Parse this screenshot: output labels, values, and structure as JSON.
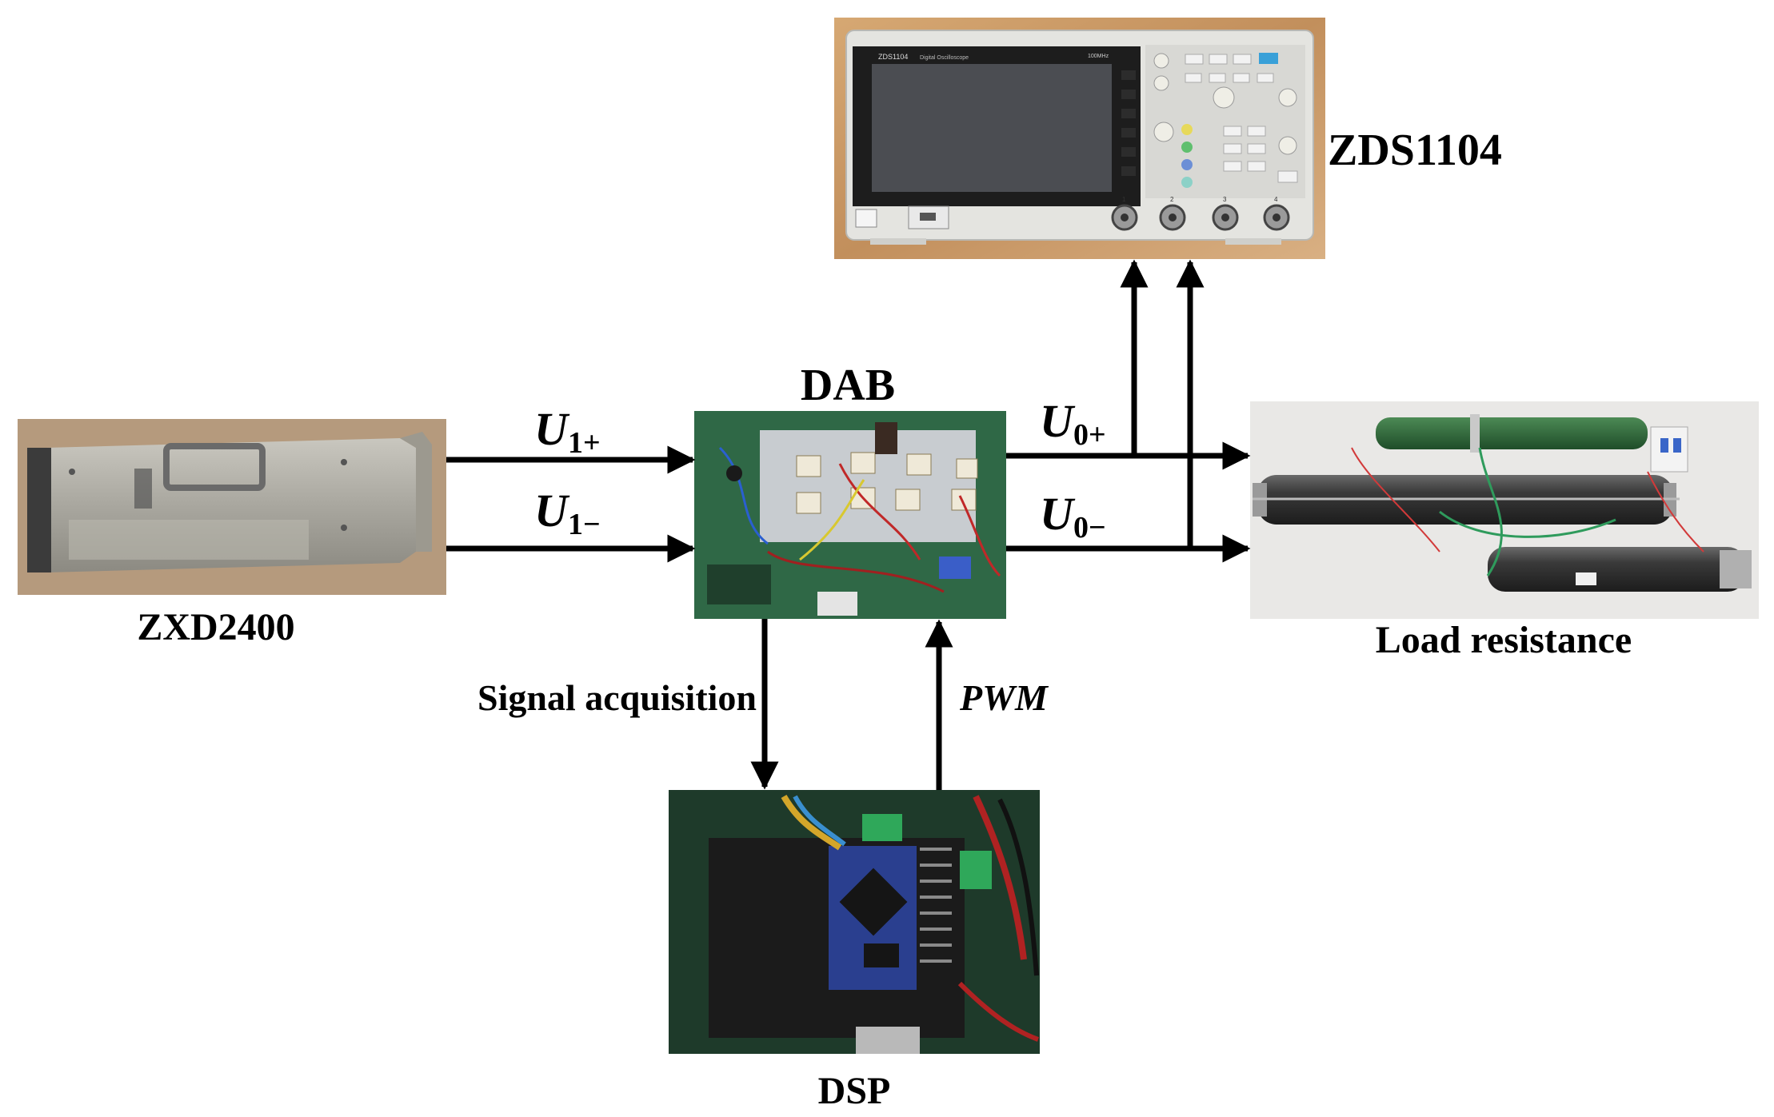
{
  "labels": {
    "oscilloscope": "ZDS1104",
    "converter": "DAB",
    "source": "ZXD2400",
    "load": "Load resistance",
    "controller": "DSP",
    "signal_acquisition": "Signal acquisition",
    "pwm": "PWM"
  },
  "signals": {
    "input_pos": {
      "base": "U",
      "sub": "1+"
    },
    "input_neg": {
      "base": "U",
      "sub": "1−"
    },
    "output_pos": {
      "base": "U",
      "sub": "0+"
    },
    "output_neg": {
      "base": "U",
      "sub": "0−"
    }
  },
  "photo_text": {
    "scope_brand": "ZDS1104",
    "scope_subtitle": "Digital Oscilloscope",
    "scope_bandwidth": "100MHz",
    "scope_channels": [
      "1",
      "2",
      "3",
      "4"
    ]
  },
  "colors": {
    "line": "#000000",
    "wood": "#c89a68",
    "pcb_green": "#2e5b3a",
    "resistor_green": "#2f6b3a",
    "board_blue": "#2a3f8f"
  }
}
